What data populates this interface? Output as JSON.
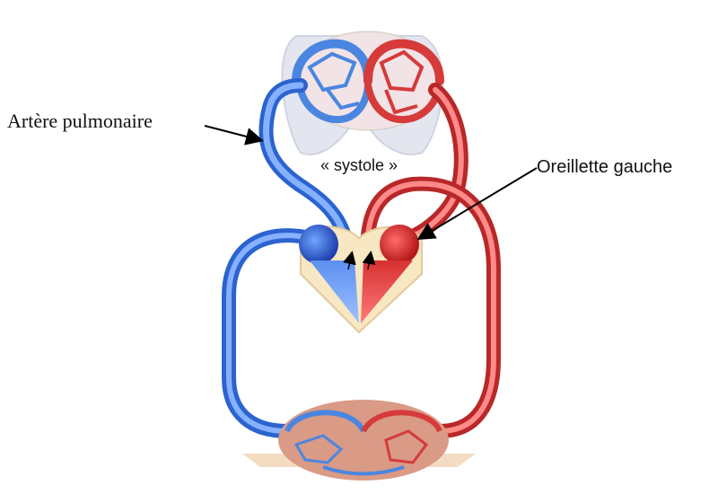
{
  "labels": {
    "pulmonary_artery": "Artère pulmonaire",
    "left_atrium": "Oreillette gauche",
    "phase": "« systole »"
  },
  "colors": {
    "deoxygenated": "#4a86e0",
    "oxygenated": "#d63a3a",
    "tissue": "#f3e6c4",
    "lung": "#e3e6f0",
    "muscle": "#d99a86"
  },
  "icons": [
    "arrow-icon"
  ]
}
